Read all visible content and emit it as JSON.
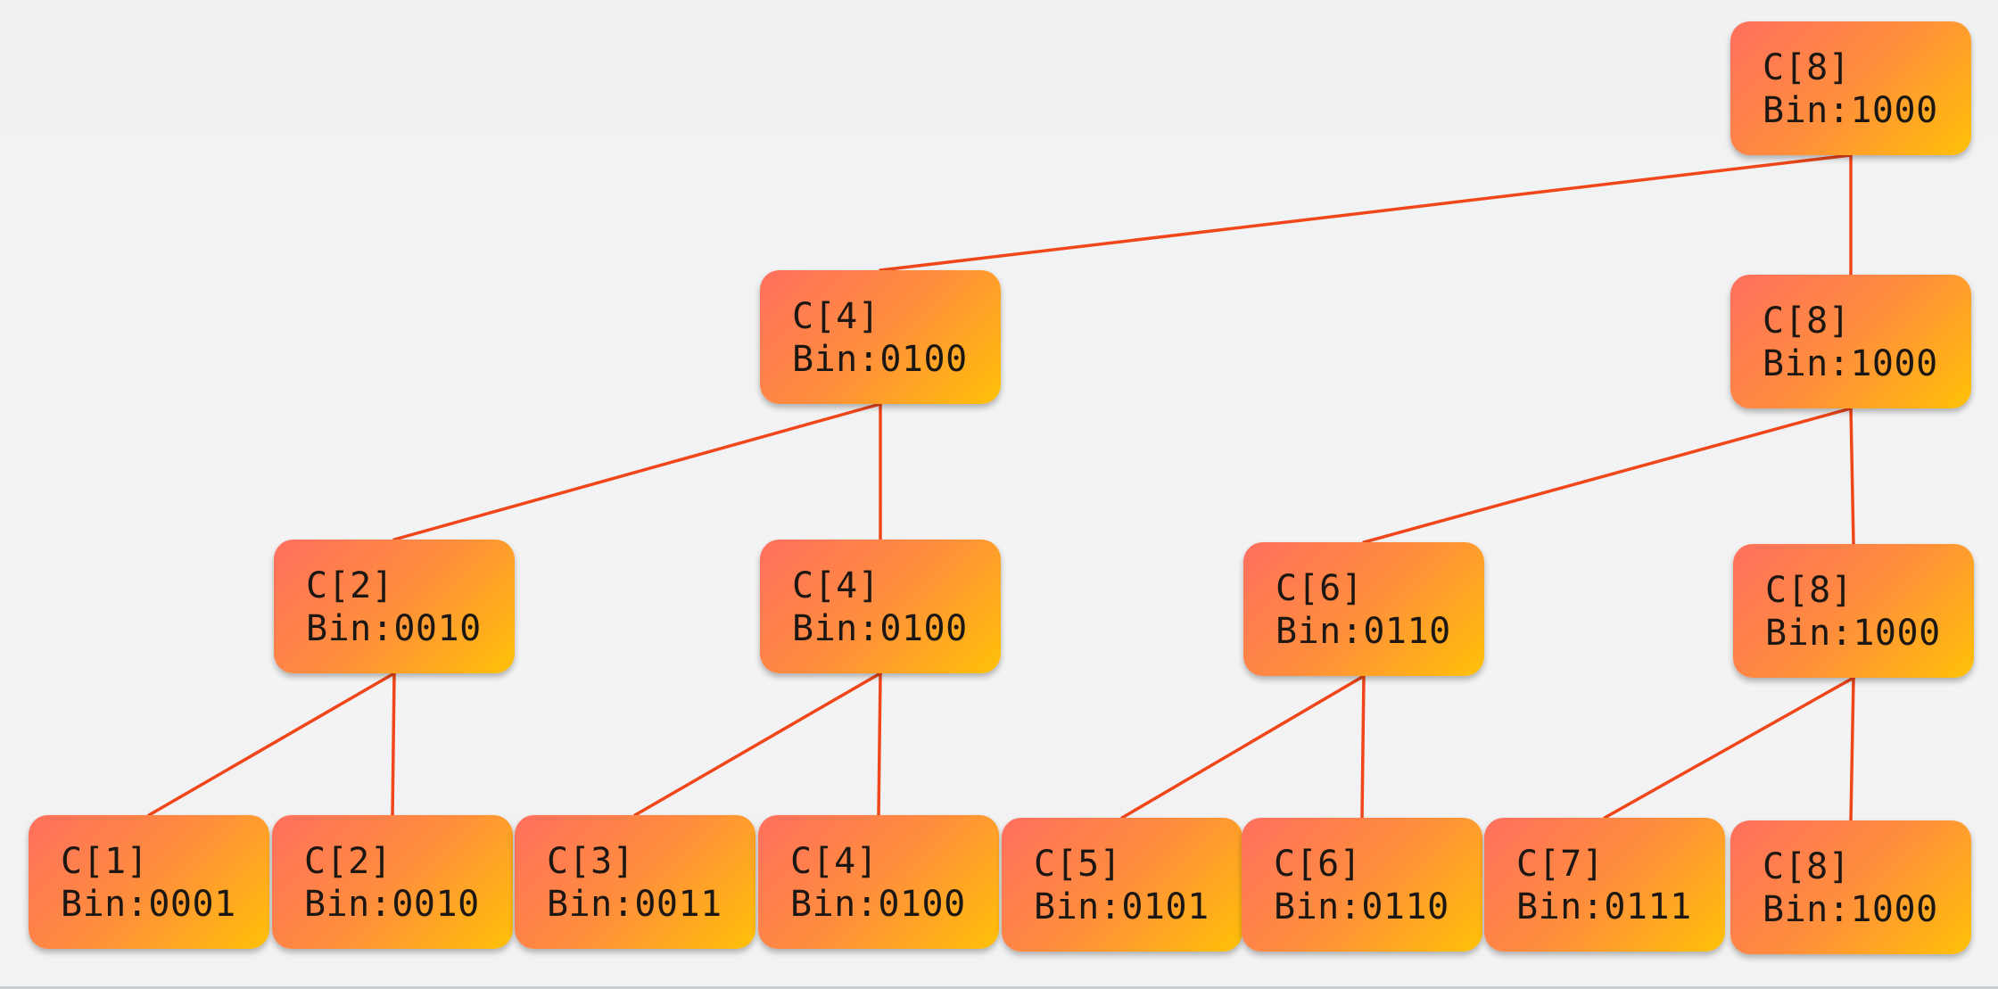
{
  "colors": {
    "edge": "#f0461a",
    "node_gradient_start": "#ff6f5e",
    "node_gradient_mid": "#ff8e3c",
    "node_gradient_end": "#ffc107",
    "text": "#1c1712"
  },
  "nodes": {
    "root_c8": {
      "name": "C[8]",
      "bin": "Bin:1000"
    },
    "l1_c4": {
      "name": "C[4]",
      "bin": "Bin:0100"
    },
    "l1_c8": {
      "name": "C[8]",
      "bin": "Bin:1000"
    },
    "l2_c2": {
      "name": "C[2]",
      "bin": "Bin:0010"
    },
    "l2_c4": {
      "name": "C[4]",
      "bin": "Bin:0100"
    },
    "l2_c6": {
      "name": "C[6]",
      "bin": "Bin:0110"
    },
    "l2_c8": {
      "name": "C[8]",
      "bin": "Bin:1000"
    },
    "leaf_c1": {
      "name": "C[1]",
      "bin": "Bin:0001"
    },
    "leaf_c2": {
      "name": "C[2]",
      "bin": "Bin:0010"
    },
    "leaf_c3": {
      "name": "C[3]",
      "bin": "Bin:0011"
    },
    "leaf_c4": {
      "name": "C[4]",
      "bin": "Bin:0100"
    },
    "leaf_c5": {
      "name": "C[5]",
      "bin": "Bin:0101"
    },
    "leaf_c6": {
      "name": "C[6]",
      "bin": "Bin:0110"
    },
    "leaf_c7": {
      "name": "C[7]",
      "bin": "Bin:0111"
    },
    "leaf_c8": {
      "name": "C[8]",
      "bin": "Bin:1000"
    }
  },
  "edges": [
    [
      "root_c8",
      "l1_c4"
    ],
    [
      "root_c8",
      "l1_c8"
    ],
    [
      "l1_c4",
      "l2_c2"
    ],
    [
      "l1_c4",
      "l2_c4"
    ],
    [
      "l1_c8",
      "l2_c6"
    ],
    [
      "l1_c8",
      "l2_c8"
    ],
    [
      "l2_c2",
      "leaf_c1"
    ],
    [
      "l2_c2",
      "leaf_c2"
    ],
    [
      "l2_c4",
      "leaf_c3"
    ],
    [
      "l2_c4",
      "leaf_c4"
    ],
    [
      "l2_c6",
      "leaf_c5"
    ],
    [
      "l2_c6",
      "leaf_c6"
    ],
    [
      "l2_c8",
      "leaf_c7"
    ],
    [
      "l2_c8",
      "leaf_c8"
    ]
  ]
}
